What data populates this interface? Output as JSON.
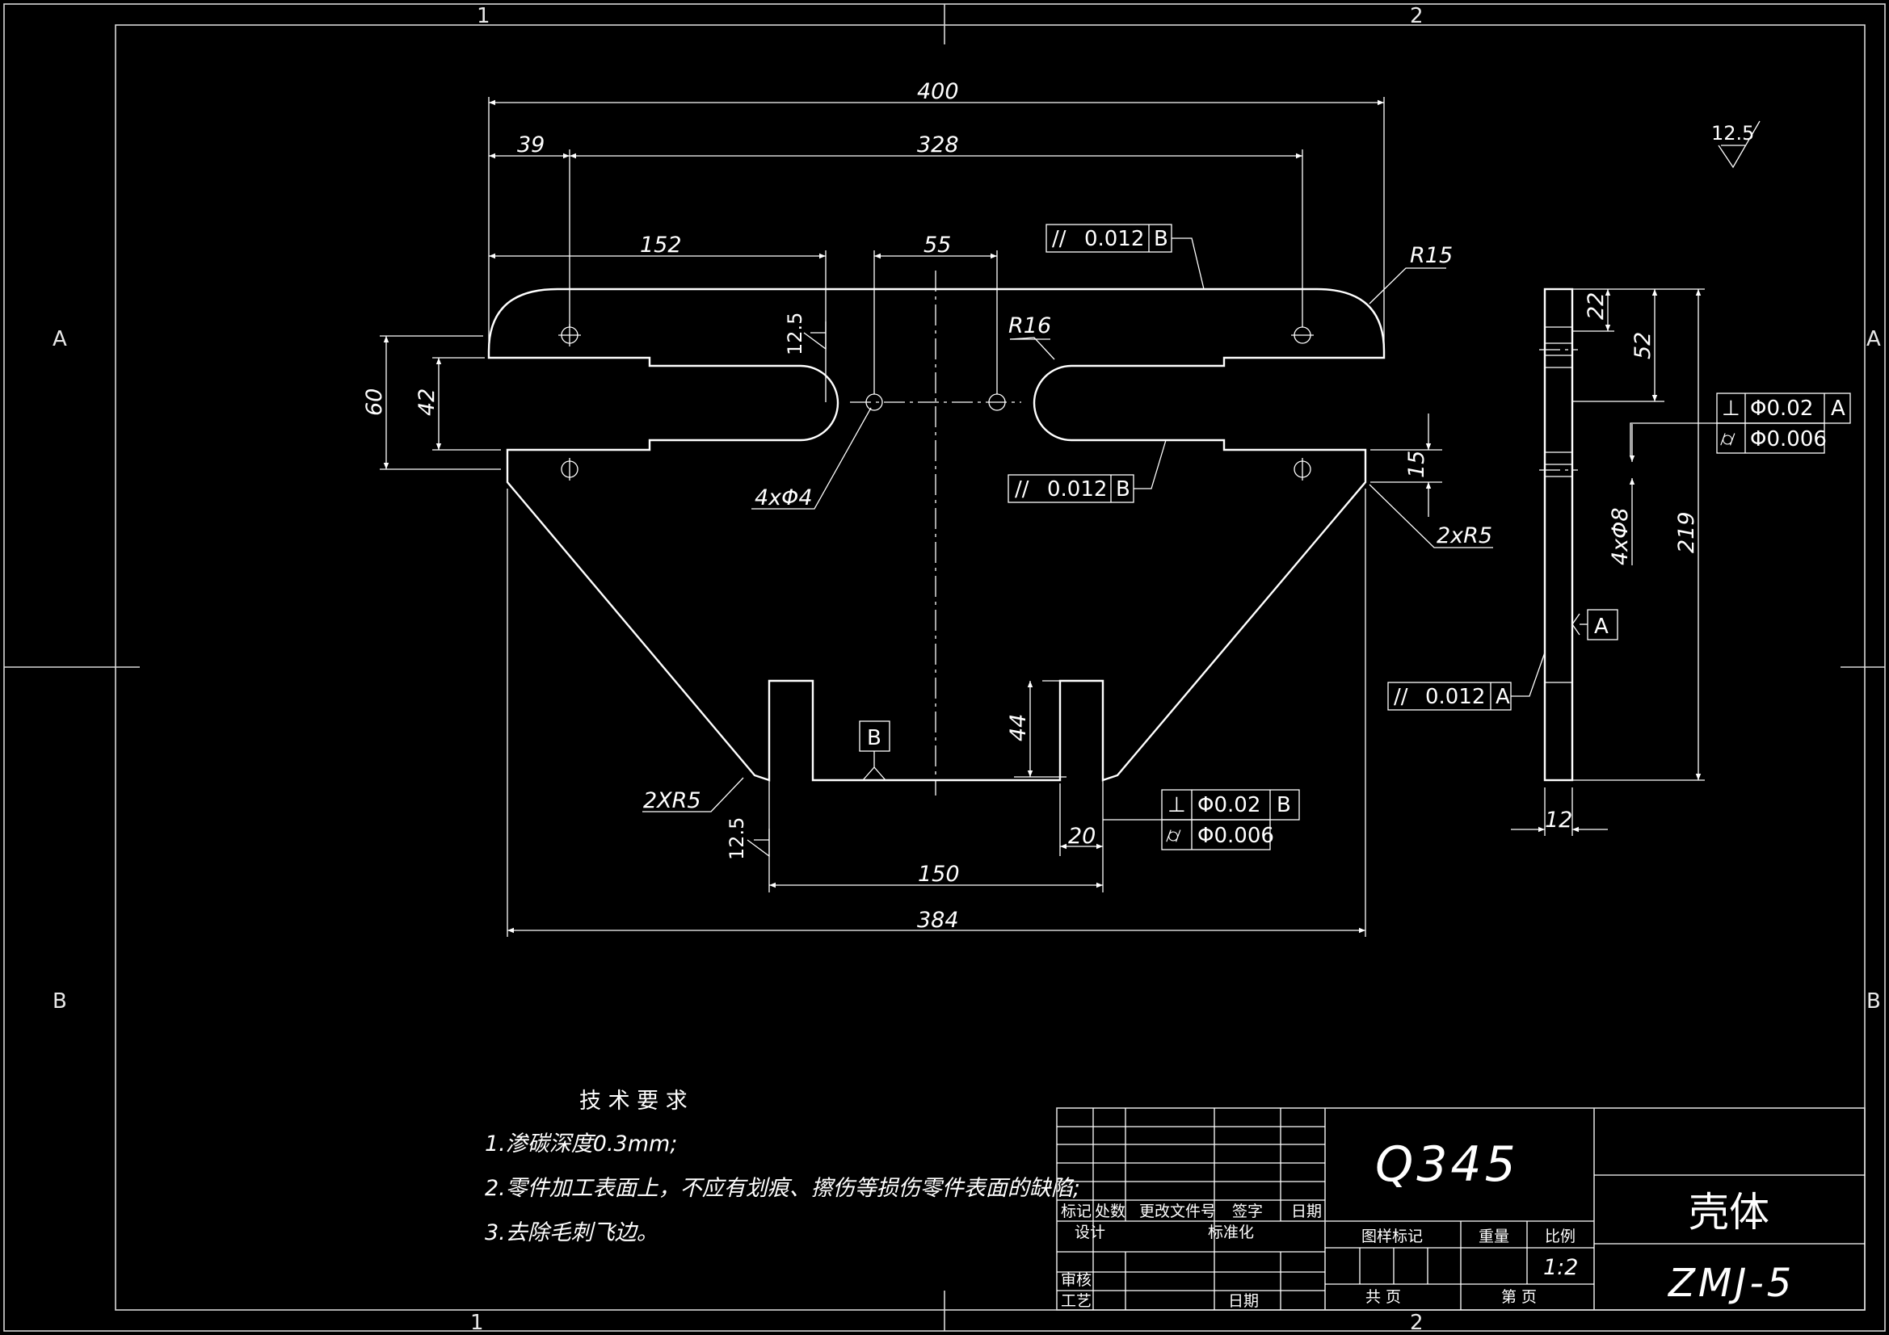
{
  "zones": {
    "top": [
      "1",
      "2"
    ],
    "side": [
      "A",
      "B"
    ]
  },
  "front_view": {
    "dims": {
      "overall_width": "400",
      "left_offset": "39",
      "hole_spacing": "328",
      "slot_depth": "152",
      "center_holes": "55",
      "height_60": "60",
      "slot_width": "42",
      "step_15": "15",
      "leg_height": "44",
      "leg_width": "20",
      "leg_span": "150",
      "base_width": "384"
    },
    "callouts": {
      "corner_radius": "R15",
      "slot_radius": "R16",
      "small_holes": "4xΦ4",
      "fillet_right": "2xR5",
      "fillet_left": "2XR5"
    },
    "tolerances": {
      "top_parallel": {
        "symbol": "//",
        "value": "0.012",
        "datum": "B"
      },
      "mid_parallel": {
        "symbol": "//",
        "value": "0.012",
        "datum": "B"
      },
      "leg_perp": {
        "symbol": "⊥",
        "value": "Φ0.02",
        "datum": "B"
      },
      "leg_flat": {
        "symbol": "⌭",
        "value": "Φ0.006"
      }
    },
    "datum": "B",
    "roughness": "12.5"
  },
  "side_view": {
    "dims": {
      "d22": "22",
      "d52": "52",
      "d219": "219",
      "holes": "4xΦ8",
      "thickness": "12"
    },
    "tolerances": {
      "perp": {
        "symbol": "⊥",
        "value": "Φ0.02",
        "datum": "A"
      },
      "flat": {
        "symbol": "⌭",
        "value": "Φ0.006"
      },
      "parallel": {
        "symbol": "//",
        "value": "0.012",
        "datum": "A"
      }
    },
    "datum": "A"
  },
  "general_roughness": "12.5",
  "tech_requirements": {
    "title": "技 术 要 求",
    "items": [
      "1.渗碳深度0.3mm;",
      "2.零件加工表面上，不应有划痕、擦伤等损伤零件表面的缺陷;",
      "3.去除毛刺飞边。"
    ]
  },
  "title_block": {
    "material": "Q345",
    "part_name": "壳体",
    "drawing_no": "ZMJ-5",
    "scale": "1:2",
    "labels": {
      "mark": "标记",
      "count": "处数",
      "change_doc": "更改文件号",
      "sign": "签字",
      "date": "日期",
      "design": "设计",
      "standardize": "标准化",
      "review": "审核",
      "process": "工艺",
      "date2": "日期",
      "stage_mark": "图样标记",
      "weight": "重量",
      "ratio": "比例",
      "total_sheets": "共    页",
      "sheet_no": "第    页"
    }
  }
}
